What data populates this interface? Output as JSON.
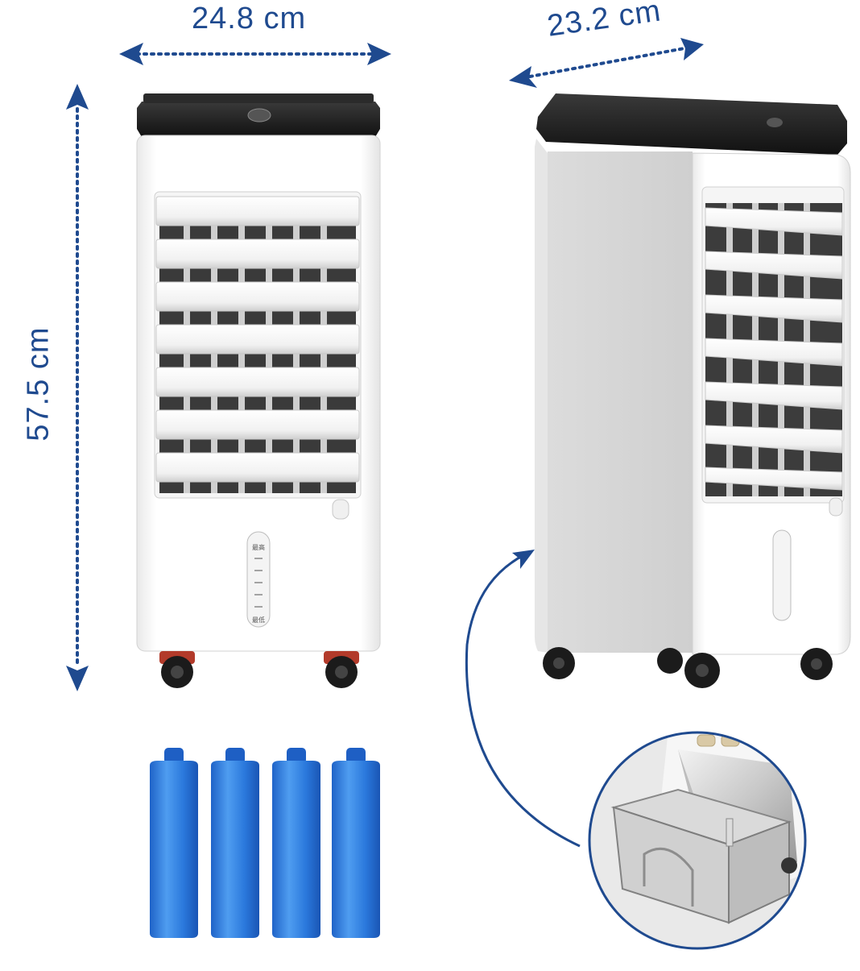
{
  "dimensions": {
    "width": "24.8 cm",
    "depth": "23.2 cm",
    "height": "57.5 cm"
  },
  "water_gauge": {
    "max_label": "最高",
    "min_label": "最低"
  },
  "colors": {
    "dimension_blue": "#1f4a8f",
    "ice_pack_blue": "#2f7fe0",
    "cooler_body": "#ffffff",
    "cooler_top": "#1a1a1a"
  },
  "ice_packs": {
    "count": 4
  }
}
